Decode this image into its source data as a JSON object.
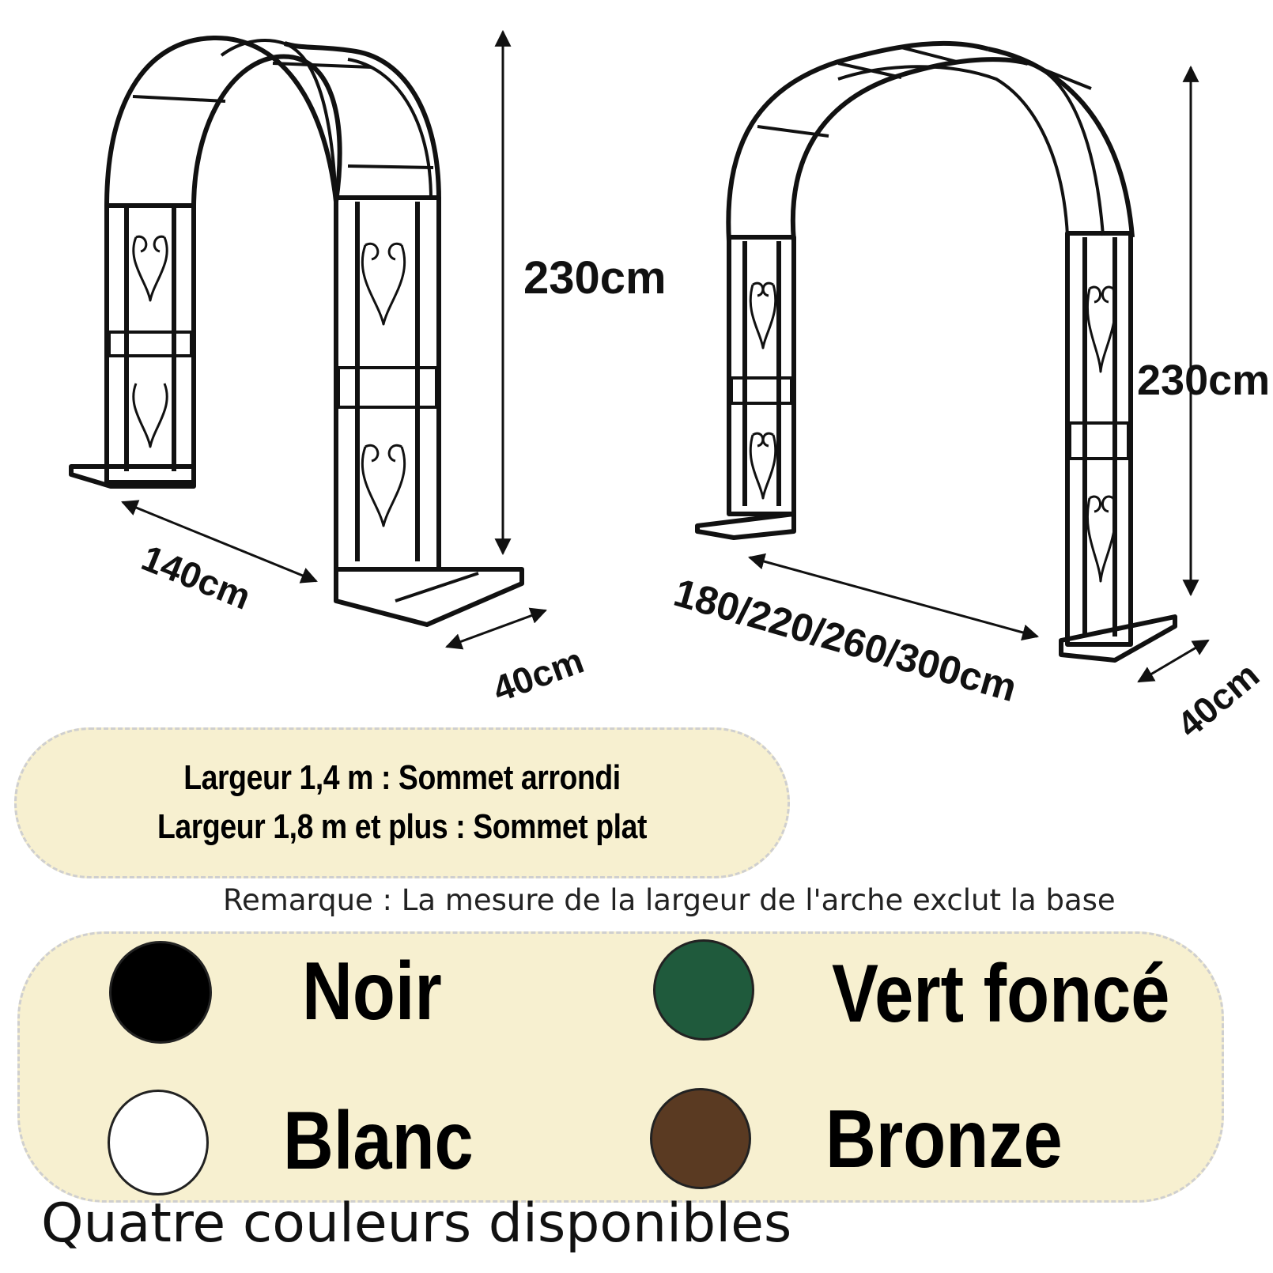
{
  "dimensions": {
    "arch1_height": "230cm",
    "arch1_width": "140cm",
    "arch1_depth": "40cm",
    "arch2_height": "230cm",
    "arch2_width": "180/220/260/300cm",
    "arch2_depth": "40cm"
  },
  "info_box": {
    "line1": "Largeur 1,4 m : Sommet arrondi",
    "line2": "Largeur 1,8 m et plus : Sommet plat"
  },
  "note": "Remarque : La mesure de la largeur de l'arche exclut la base",
  "colors": [
    {
      "label": "Noir",
      "hex": "#000000"
    },
    {
      "label": "Vert foncé",
      "hex": "#1f5a3c"
    },
    {
      "label": "Blanc",
      "hex": "#ffffff"
    },
    {
      "label": "Bronze",
      "hex": "#5a3a22"
    }
  ],
  "footer": "Quatre couleurs disponibles"
}
